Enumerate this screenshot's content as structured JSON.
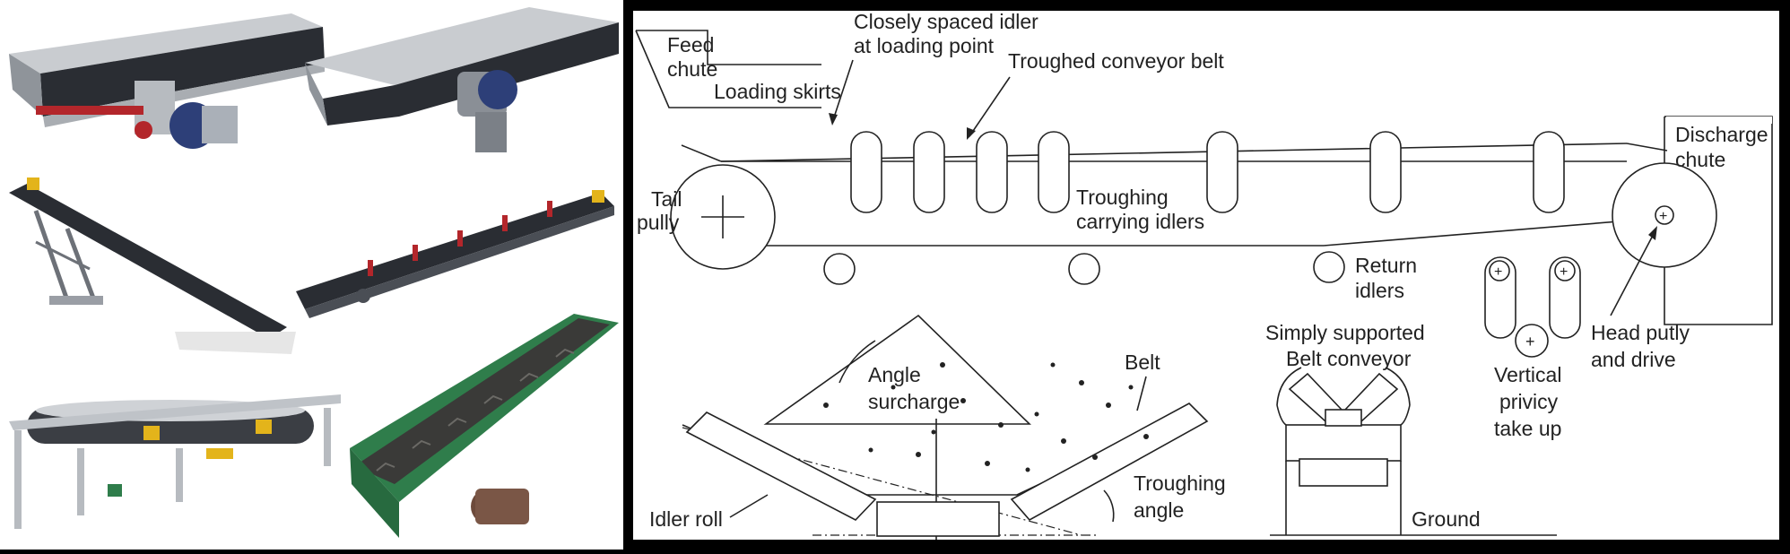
{
  "photos": [
    {
      "icon": "flat-belt-conveyor-with-motor-icon"
    },
    {
      "icon": "flat-belt-conveyor-with-gearmotor-icon"
    },
    {
      "icon": "inclined-belt-conveyor-with-support-icon"
    },
    {
      "icon": "inclined-belt-conveyor-red-rollers-icon"
    },
    {
      "icon": "troughed-conveyor-with-ore-icon"
    },
    {
      "icon": "green-chevron-belt-conveyor-icon"
    }
  ],
  "colors": {
    "line": "#222222",
    "frame_gray": "#a9adb2",
    "belt_dark": "#2a2d33",
    "motor_blue": "#2d3f78",
    "accent_red": "#b3262b",
    "accent_yellow": "#e3b41b",
    "frame_green": "#2f7d4b"
  },
  "diagram": {
    "labels": {
      "feed_chute": [
        "Feed",
        "chute"
      ],
      "loading_skirts": "Loading skirts",
      "closely_spaced_idler": [
        "Closely spaced idler",
        "at loading point"
      ],
      "troughed_conveyor_belt": "Troughed conveyor belt",
      "discharge_chute": [
        "Discharge",
        "chute"
      ],
      "tail_pully": [
        "Tail",
        "pully"
      ],
      "troughing_carrying_idlers": [
        "Troughing",
        "carrying idlers"
      ],
      "return_idlers": [
        "Return",
        "idlers"
      ],
      "head_putly": [
        "Head putly",
        "and drive"
      ],
      "vertical_privicy": [
        "Vertical",
        "privicy",
        "take up"
      ],
      "angle_surcharge": [
        "Angle",
        "surcharge"
      ],
      "belt": "Belt",
      "troughing_angle": [
        "Troughing",
        "angle"
      ],
      "idler_roll": "Idler roll",
      "simply_supported": [
        "Simply supported",
        "Belt conveyor"
      ],
      "ground": "Ground"
    }
  }
}
